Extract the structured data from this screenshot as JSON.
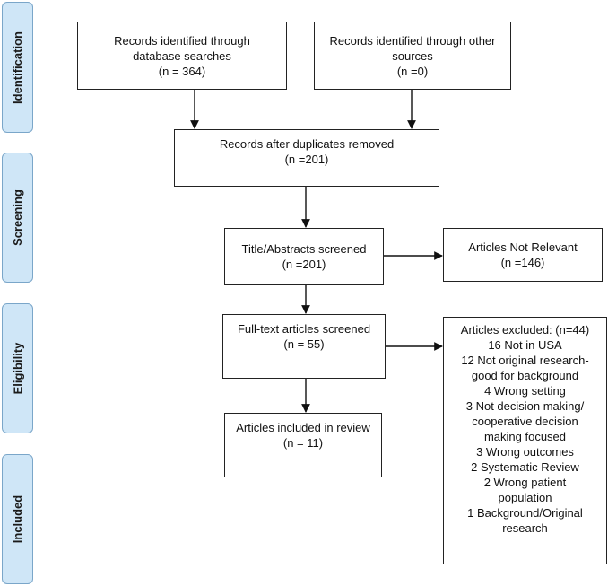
{
  "phases": {
    "identification": "Identification",
    "screening": "Screening",
    "eligibility": "Eligibility",
    "included": "Included"
  },
  "boxes": {
    "database": [
      "Records identified through",
      "database searches",
      "(n = 364)"
    ],
    "other": [
      "Records identified through other",
      "sources",
      "(n =0)"
    ],
    "duplicates": [
      "Records after duplicates removed",
      "(n =201)"
    ],
    "title_abstract": [
      "Title/Abstracts screened",
      "(n =201)"
    ],
    "not_relevant": [
      "Articles Not Relevant",
      "(n =146)"
    ],
    "fulltext": [
      "Full-text articles screened",
      "(n = 55)"
    ],
    "excluded": [
      "Articles excluded: (n=44)",
      "16 Not in USA",
      "12 Not original research-",
      "good for background",
      "4 Wrong setting",
      "3 Not decision making/",
      "cooperative decision",
      "making focused",
      "3 Wrong outcomes",
      "2 Systematic Review",
      "2 Wrong patient",
      "population",
      "1 Background/Original",
      "research"
    ],
    "included": [
      "Articles included in review",
      "(n = 11)"
    ]
  }
}
